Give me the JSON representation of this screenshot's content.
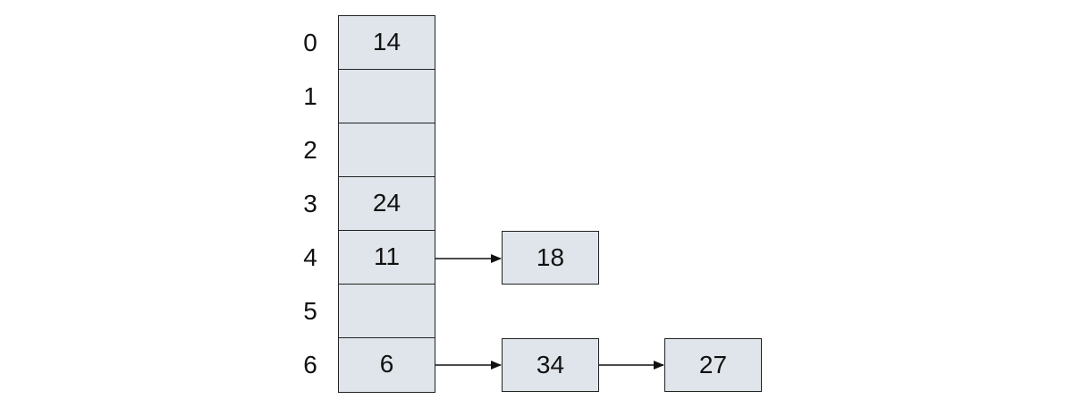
{
  "table": {
    "slots": [
      {
        "index": "0",
        "value": "14"
      },
      {
        "index": "1",
        "value": ""
      },
      {
        "index": "2",
        "value": ""
      },
      {
        "index": "3",
        "value": "24"
      },
      {
        "index": "4",
        "value": "11"
      },
      {
        "index": "5",
        "value": ""
      },
      {
        "index": "6",
        "value": "6"
      }
    ]
  },
  "chains": {
    "slot4": [
      {
        "value": "18"
      }
    ],
    "slot6": [
      {
        "value": "34"
      },
      {
        "value": "27"
      }
    ]
  }
}
